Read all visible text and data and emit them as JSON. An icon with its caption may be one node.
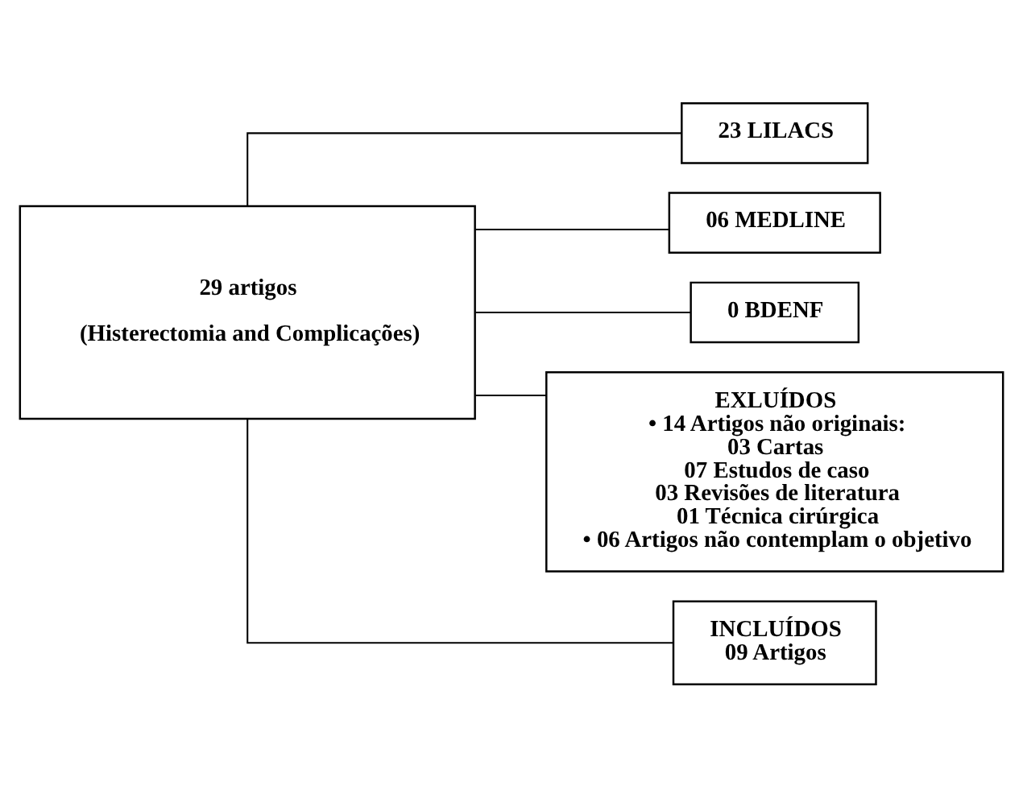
{
  "diagram": {
    "nodes": [
      {
        "text": [
          "29 artigos",
          "(Histerectomia and Complicações)"
        ]
      },
      {
        "text": [
          "23 LILACS"
        ]
      },
      {
        "text": [
          "06 MEDLINE"
        ]
      },
      {
        "text": [
          "0 BDENF"
        ]
      },
      {
        "text": [
          "EXLUÍDOS",
          "• 14 Artigos não originais:",
          "03 Cartas",
          "07 Estudos de caso",
          "03 Revisões de literatura",
          "01 Técnica cirúrgica",
          "• 06 Artigos não contemplam o objetivo"
        ]
      },
      {
        "text": [
          "INCLUÍDOS",
          "09 Artigos"
        ]
      }
    ],
    "edges": [
      {
        "from": 0,
        "to": 1,
        "arrow": "none"
      },
      {
        "from": 0,
        "to": 2,
        "arrow": "none"
      },
      {
        "from": 0,
        "to": 3,
        "arrow": "none"
      },
      {
        "from": 0,
        "to": 4,
        "arrow": "none"
      },
      {
        "from": 0,
        "to": 5,
        "arrow": "none"
      }
    ]
  }
}
